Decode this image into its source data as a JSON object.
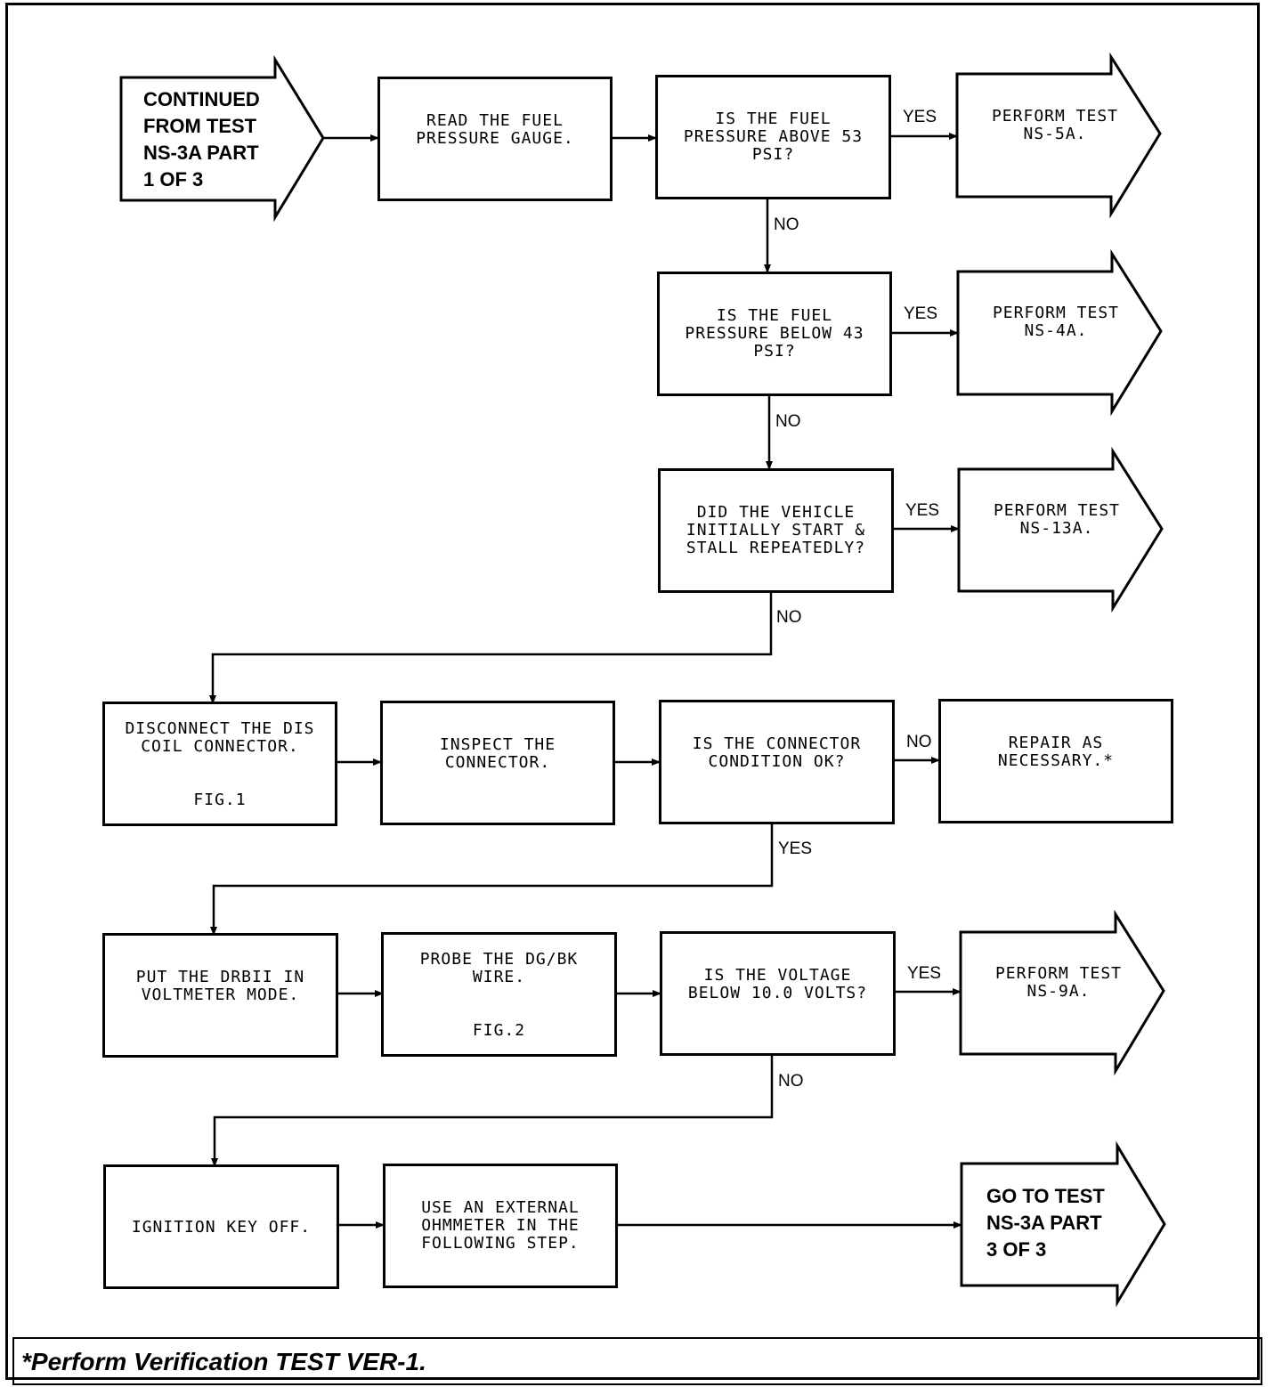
{
  "start": {
    "lines": [
      "CONTINUED",
      "FROM TEST",
      "NS-3A PART",
      "1 OF 3"
    ]
  },
  "end": {
    "lines": [
      "GO TO TEST",
      "NS-3A PART",
      "3 OF 3"
    ]
  },
  "steps": {
    "read_gauge": {
      "lines": [
        "READ THE FUEL",
        "PRESSURE GAUGE."
      ]
    },
    "q_above_53": {
      "lines": [
        "IS THE FUEL",
        "PRESSURE ABOVE 53",
        "PSI?"
      ]
    },
    "q_below_43": {
      "lines": [
        "IS THE FUEL",
        "PRESSURE BELOW 43",
        "PSI?"
      ]
    },
    "q_stall": {
      "lines": [
        "DID THE VEHICLE",
        "INITIALLY START &",
        "STALL REPEATEDLY?"
      ]
    },
    "disconnect": {
      "lines": [
        "DISCONNECT THE DIS",
        "COIL CONNECTOR."
      ],
      "fig": "FIG.1"
    },
    "inspect": {
      "lines": [
        "INSPECT THE",
        "CONNECTOR."
      ]
    },
    "q_connector": {
      "lines": [
        "IS THE CONNECTOR",
        "CONDITION OK?"
      ]
    },
    "repair": {
      "lines": [
        "REPAIR AS",
        "NECESSARY.*"
      ]
    },
    "drbii": {
      "lines": [
        "PUT THE DRBII IN",
        "VOLTMETER MODE."
      ]
    },
    "probe": {
      "lines": [
        "PROBE THE DG/BK",
        "WIRE."
      ],
      "fig": "FIG.2"
    },
    "q_voltage": {
      "lines": [
        "IS THE VOLTAGE",
        "BELOW 10.0 VOLTS?"
      ]
    },
    "ignition": {
      "lines": [
        "IGNITION KEY OFF."
      ]
    },
    "ohmmeter": {
      "lines": [
        "USE AN EXTERNAL",
        "OHMMETER IN THE",
        "FOLLOWING STEP."
      ]
    }
  },
  "outcomes": {
    "ns5a": {
      "lines": [
        "PERFORM TEST",
        "NS-5A."
      ]
    },
    "ns4a": {
      "lines": [
        "PERFORM TEST",
        "NS-4A."
      ]
    },
    "ns13a": {
      "lines": [
        "PERFORM TEST",
        "NS-13A."
      ]
    },
    "ns9a": {
      "lines": [
        "PERFORM TEST",
        "NS-9A."
      ]
    }
  },
  "labels": {
    "yes": "YES",
    "no": "NO"
  },
  "footer": "*Perform Verification TEST VER-1."
}
